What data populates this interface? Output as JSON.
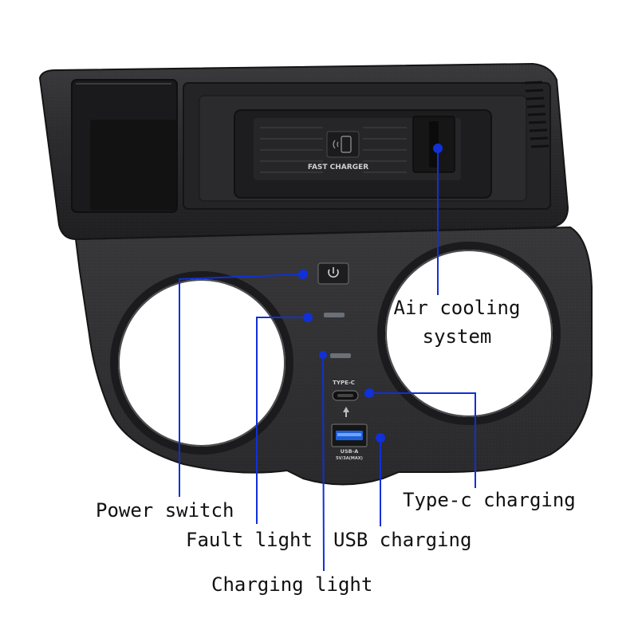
{
  "product": {
    "pad_label": "FAST CHARGER",
    "typec_label": "TYPE-C",
    "usba_label": "USB-A",
    "usba_sub_label": "5V/3A(MAX)"
  },
  "callouts": {
    "air_cooling_line1": "Air cooling",
    "air_cooling_line2": "system",
    "power_switch": "Power switch",
    "fault_light": "Fault light",
    "charging_light": "Charging light",
    "usb_charging": "USB charging",
    "typec_charging": "Type-c charging"
  },
  "colors": {
    "leader_line": "#1030d8",
    "console_body": "#2a2a2c",
    "background": "#ffffff"
  },
  "icons": [
    "power-icon",
    "wireless-charging-icon",
    "up-arrow-icon"
  ]
}
